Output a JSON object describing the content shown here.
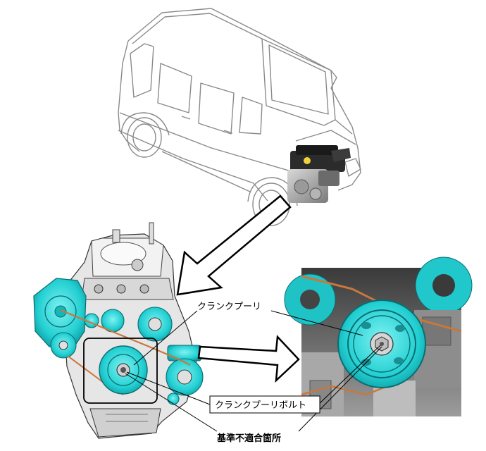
{
  "labels": {
    "crank_pulley": "クランクプーリ",
    "crank_pulley_bolt": "クランクプーリボルト",
    "non_conforming_location": "基準不適合箇所"
  },
  "colors": {
    "part_highlight": "#2ad6d6",
    "belt": "#c8783c",
    "outline": "#000000",
    "vehicle_line": "#8a8a8a"
  },
  "icons": [
    "vehicle-outline",
    "engine-assembly",
    "pulley-closeup-photo",
    "arrow"
  ]
}
